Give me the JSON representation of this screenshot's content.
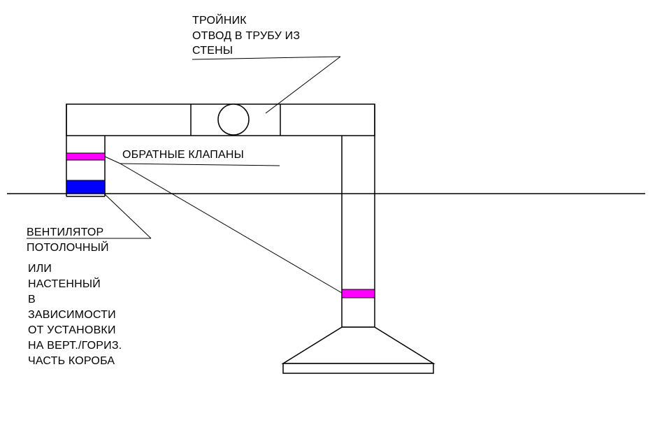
{
  "labels": {
    "tee": [
      "ТРОЙНИК",
      "ОТВОД В ТРУБУ ИЗ",
      "СТЕНЫ"
    ],
    "check_valves": "ОБРАТНЫЕ КЛАПАНЫ",
    "fan": [
      "ВЕНТИЛЯТОР",
      "ПОТОЛОЧНЫЙ"
    ],
    "fan_note": [
      "ИЛИ",
      "НАСТЕННЫЙ",
      "В",
      "ЗАВИСИМОСТИ",
      "ОТ УСТАНОВКИ",
      "НА ВЕРТ./ГОРИЗ.",
      "ЧАСТЬ КОРОБА"
    ]
  },
  "colors": {
    "line": "#000000",
    "check_valve": "#ff00ff",
    "fan": "#0000ff",
    "background": "#ffffff"
  }
}
